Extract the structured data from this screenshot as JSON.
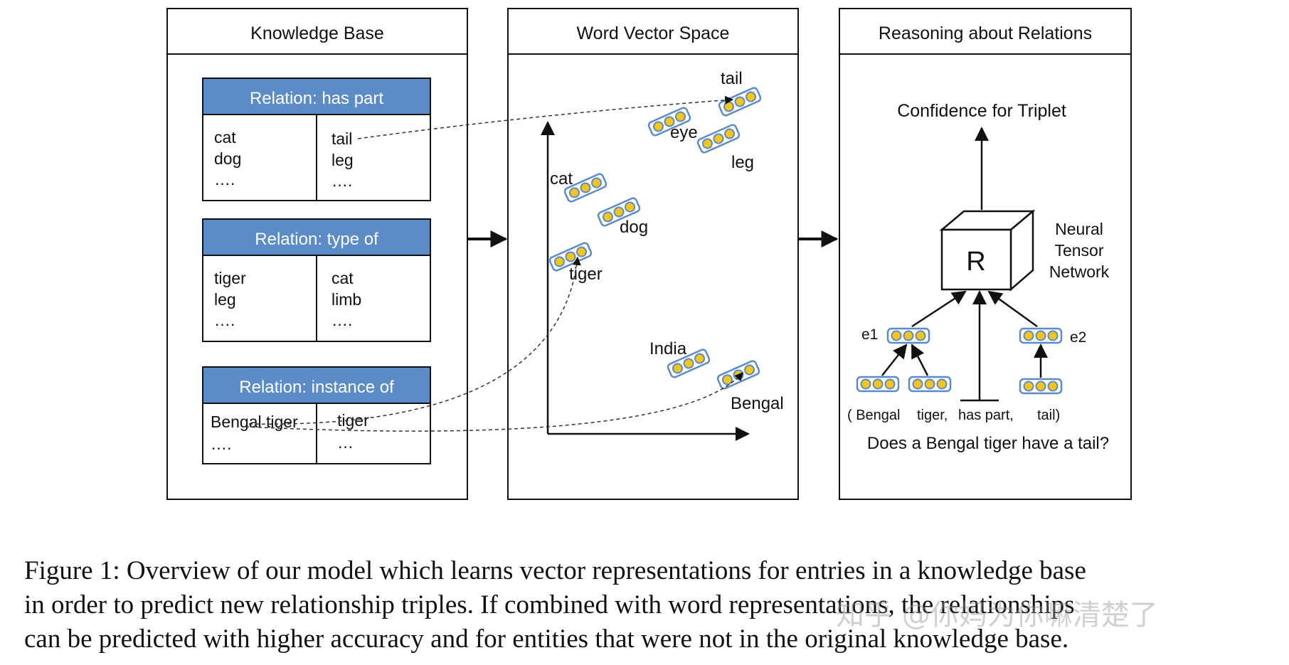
{
  "colors": {
    "header_blue": "#5b8cc8",
    "cell_yellow": "#f5c518",
    "cell_border": "#5b8cc8",
    "line": "#111111"
  },
  "panels": {
    "knowledge_base": {
      "title": "Knowledge Base",
      "tables": [
        {
          "header": "Relation: has part",
          "left": [
            "cat",
            "dog",
            "…."
          ],
          "right": [
            "tail",
            "leg",
            "…."
          ]
        },
        {
          "header": "Relation: type of",
          "left": [
            "tiger",
            "leg",
            "…."
          ],
          "right": [
            "cat",
            "limb",
            "…."
          ]
        },
        {
          "header": "Relation: instance of",
          "left": [
            "Bengal tiger",
            "…."
          ],
          "right": [
            "tiger",
            "…"
          ]
        }
      ]
    },
    "word_vector_space": {
      "title": "Word Vector Space",
      "words": [
        "tail",
        "eye",
        "leg",
        "cat",
        "dog",
        "tiger",
        "India",
        "Bengal"
      ]
    },
    "reasoning": {
      "title": "Reasoning about Relations",
      "confidence": "Confidence for Triplet",
      "cube_label": "R",
      "ntn_lines": [
        "Neural",
        "Tensor",
        "Network"
      ],
      "e1": "e1",
      "e2": "e2",
      "triplet": {
        "open": "( Bengal",
        "tiger": "tiger,",
        "rel": "has part,",
        "tail": "tail)"
      },
      "question": "Does a Bengal tiger have a tail?"
    }
  },
  "caption_lines": [
    "Figure 1: Overview of our model which learns vector representations for entries in a knowledge base",
    "in order to predict new relationship triples. If combined with word representations, the relationships",
    "can be predicted with higher accuracy and for entities that were not in the original knowledge base."
  ],
  "watermark": "知乎 @你妈为你嘛清楚了"
}
